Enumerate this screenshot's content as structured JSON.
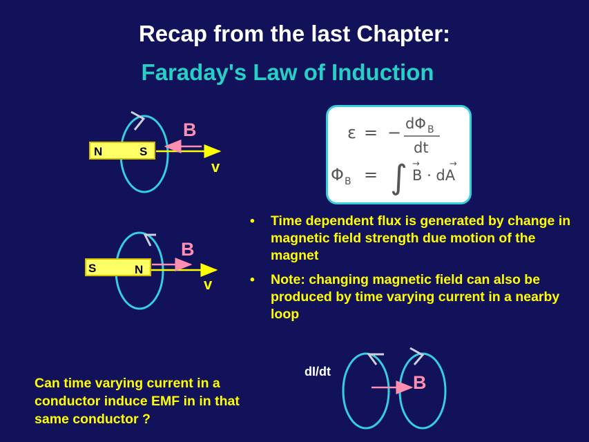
{
  "slide": {
    "title": "Recap from the last Chapter:",
    "subtitle": "Faraday's Law of Induction"
  },
  "diagram_top": {
    "magnet_left_pole": "N",
    "magnet_right_pole": "S",
    "field_label": "B",
    "velocity_label": "v"
  },
  "diagram_middle": {
    "magnet_left_pole": "S",
    "magnet_right_pole": "N",
    "field_label": "B",
    "velocity_label": "v"
  },
  "formulas": {
    "emf_symbol": "ε",
    "equals": "=",
    "minus": "−",
    "numerator": "dΦ",
    "numerator_sub": "B",
    "denominator": "dt",
    "flux_symbol": "Φ",
    "flux_sub": "B",
    "integral": "∫",
    "integrand": "B · dA",
    "vector_arrow": "→"
  },
  "bullets": [
    {
      "marker": "•",
      "text": "Time dependent flux is generated by change in magnetic field strength due motion of the magnet"
    },
    {
      "marker": "•",
      "text": "Note:  changing magnetic field can also be produced by time varying current in a nearby loop"
    }
  ],
  "diagram_bottom": {
    "current_label": "dI/dt",
    "field_label": "B"
  },
  "question": "Can time varying current in a conductor induce EMF in in that same conductor ?",
  "colors": {
    "background": "#12125a",
    "title": "#ffffff",
    "subtitle": "#26d0c4",
    "text_yellow": "#ffff00",
    "loop": "#36cfe0",
    "field_pink": "#ff8fb0",
    "magnet": "#ffff66"
  }
}
